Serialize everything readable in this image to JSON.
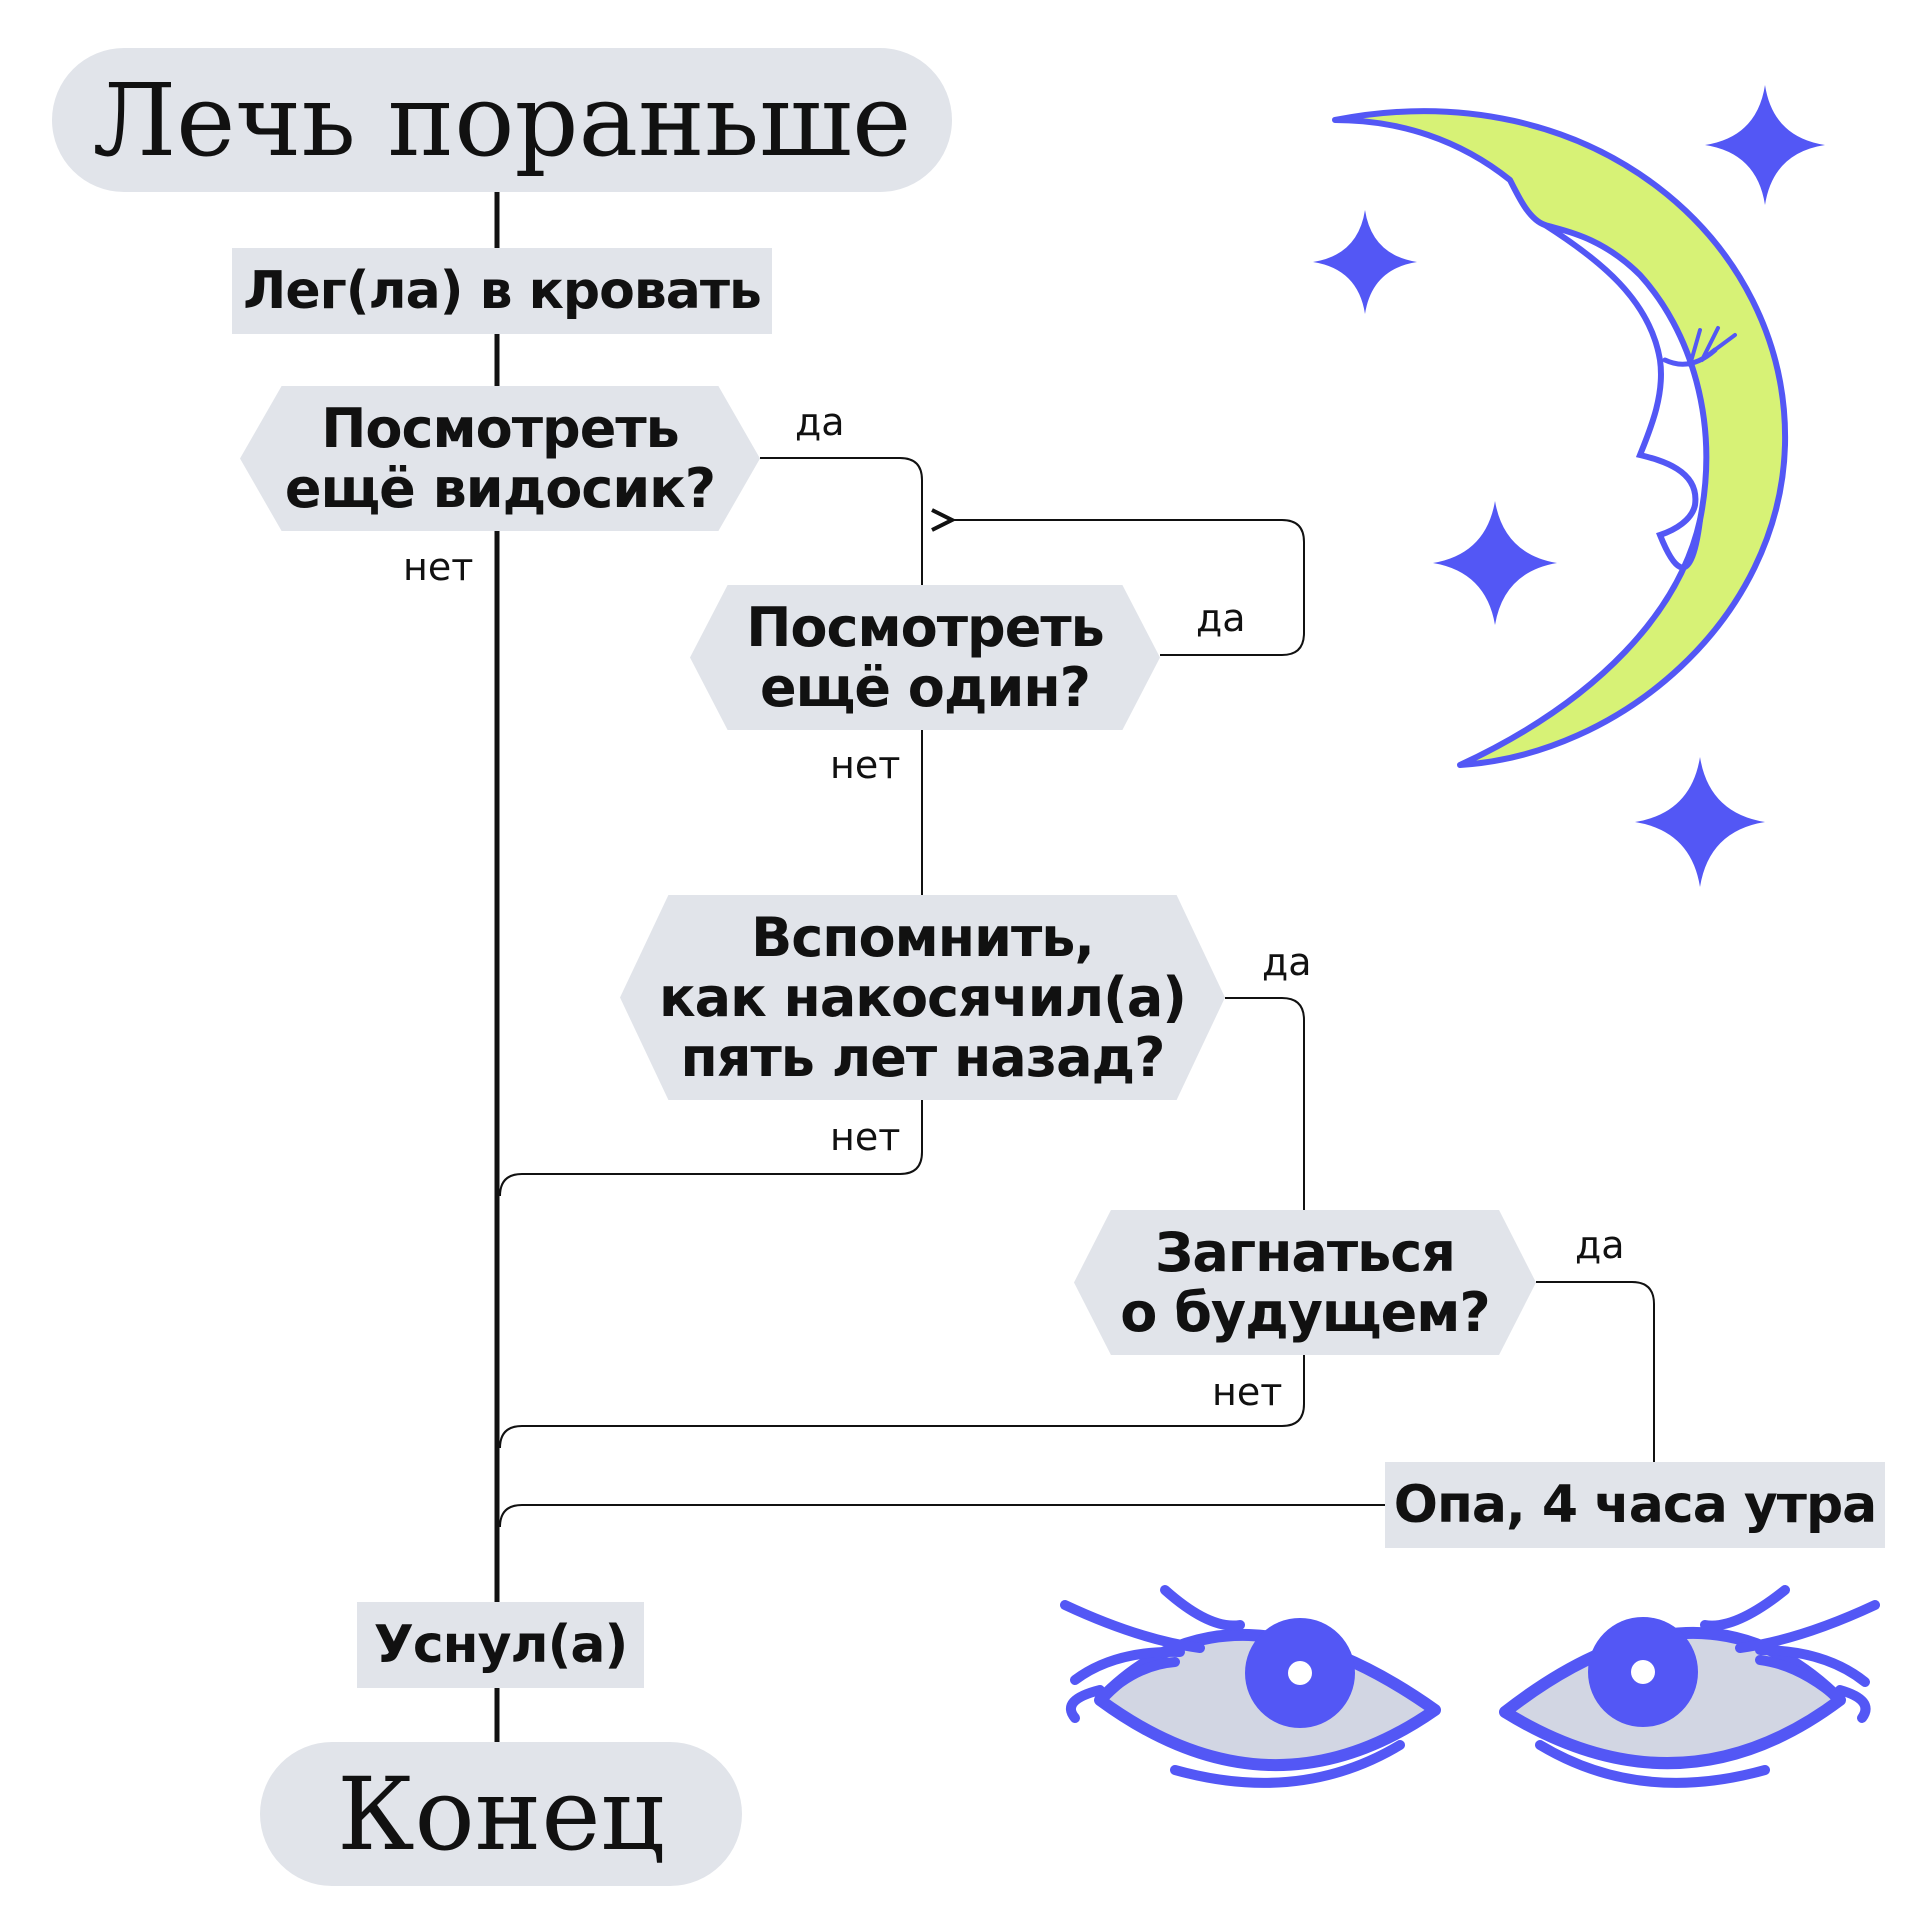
{
  "nodes": {
    "start": "Лечь пораньше",
    "lay_down": "Лег(ла) в кровать",
    "q_video": "Посмотреть\nещё видосик?",
    "q_another": "Посмотреть\nещё один?",
    "q_remember": "Вспомнить,\nкак накосячил(а)\nпять лет назад?",
    "q_future": "Загнаться\nо будущем?",
    "four_am": "Опа, 4 часа утра",
    "asleep": "Уснул(а)",
    "end": "Конец"
  },
  "labels": {
    "yes_video": "да",
    "no_video": "нет",
    "yes_another": "да",
    "no_another": "нет",
    "yes_remember": "да",
    "no_remember": "нет",
    "yes_future": "да",
    "no_future": "нет"
  },
  "colors": {
    "node_fill": "#e1e4ea",
    "accent": "#5357f5",
    "moon": "#d7f276",
    "eye_white": "#d2d6e3",
    "line": "#111111"
  },
  "decorations": [
    "moon-icon",
    "star-icon",
    "eyes-icon"
  ]
}
